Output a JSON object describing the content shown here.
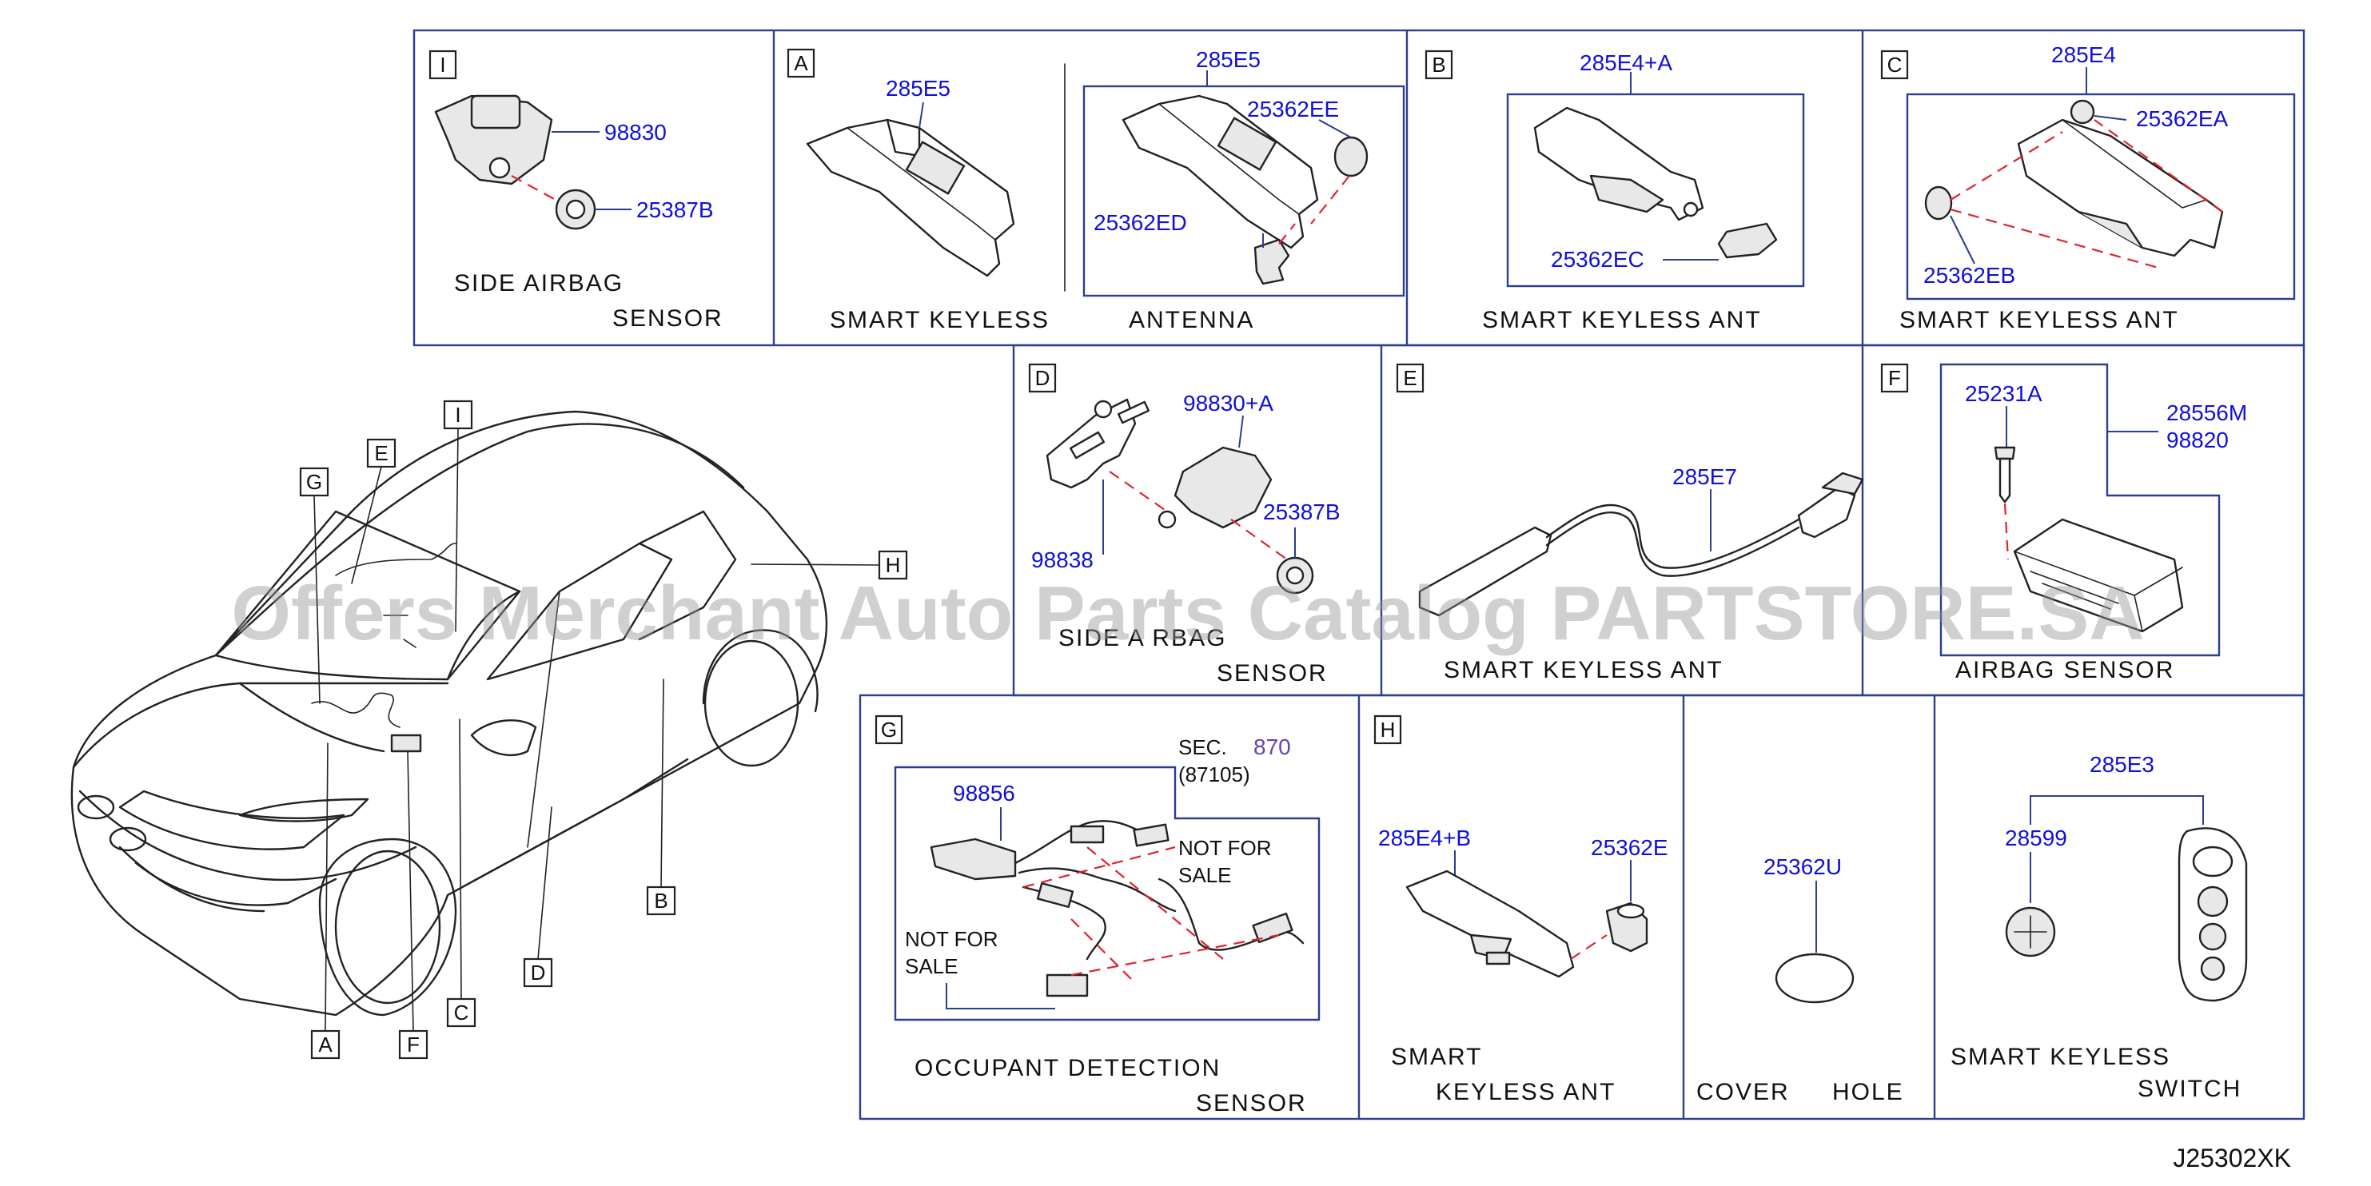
{
  "watermark": "Offers Merchant Auto Parts Catalog PARTSTORE.SA",
  "diagram_id": "J25302XK",
  "colors": {
    "part_number": "#1010d8",
    "frame": "#2c3e8f",
    "dash": "#e0242a",
    "ref": "#6a3fb0"
  },
  "overview_callouts": [
    "G",
    "E",
    "I",
    "H",
    "A",
    "F",
    "C",
    "D",
    "B"
  ],
  "panels": {
    "I": {
      "letter": "I",
      "parts": [
        "98830",
        "25387B"
      ],
      "caption": [
        "SIDE   AIRBAG",
        "SENSOR"
      ]
    },
    "A": {
      "letter": "A",
      "parts": [
        "285E5",
        "285E5",
        "25362EE",
        "25362ED"
      ],
      "caption": [
        "SMART   KEYLESS",
        "ANTENNA"
      ]
    },
    "B": {
      "letter": "B",
      "parts": [
        "285E4+A",
        "25362EC"
      ],
      "caption": [
        "SMART   KEYLESS   ANT"
      ]
    },
    "C": {
      "letter": "C",
      "parts": [
        "285E4",
        "25362EA",
        "25362EB"
      ],
      "caption": [
        "SMART   KEYLESS   ANT"
      ]
    },
    "D": {
      "letter": "D",
      "parts": [
        "98830+A",
        "98838",
        "25387B"
      ],
      "caption": [
        "SIDE  A RBAG",
        "SENSOR"
      ]
    },
    "E": {
      "letter": "E",
      "parts": [
        "285E7"
      ],
      "caption": [
        "SMART   KEYLESS   ANT"
      ]
    },
    "F": {
      "letter": "F",
      "parts": [
        "25231A",
        "28556M",
        "98820"
      ],
      "caption": [
        "AIRBAG   SENSOR"
      ]
    },
    "G": {
      "letter": "G",
      "parts": [
        "98856"
      ],
      "sec_prefix": "SEC.",
      "sec_number": "870",
      "sec_sub": "(87105)",
      "notes": [
        "NOT   FOR",
        "SALE",
        "NOT   FOR",
        "SALE"
      ],
      "caption": [
        "OCCUPANT   DETECTION",
        "SENSOR"
      ]
    },
    "H": {
      "letter": "H",
      "parts": [
        "285E4+B",
        "25362E"
      ],
      "caption": [
        "SMART",
        "KEYLESS   ANT"
      ]
    },
    "COVER": {
      "parts": [
        "25362U"
      ],
      "caption": [
        "COVER",
        "HOLE"
      ]
    },
    "SWITCH": {
      "parts": [
        "285E3",
        "28599"
      ],
      "caption": [
        "SMART   KEYLESS",
        "SWITCH"
      ]
    }
  }
}
